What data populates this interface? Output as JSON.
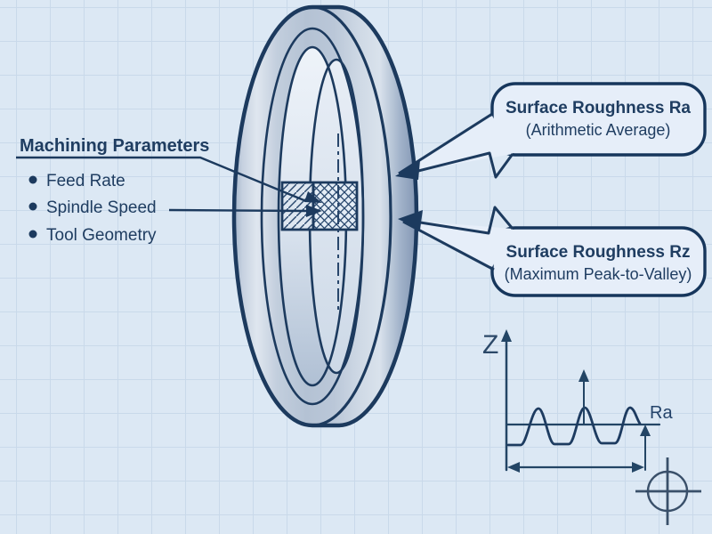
{
  "diagram": {
    "machining": {
      "title": "Machining Parameters",
      "items": [
        "Feed Rate",
        "Spindle Speed",
        "Tool Geometry"
      ]
    },
    "callouts": {
      "ra": {
        "title": "Surface Roughness Ra",
        "subtitle": "(Arithmetic Average)"
      },
      "rz": {
        "title": "Surface Roughness Rz",
        "subtitle": "(Maximum Peak-to-Valley)"
      }
    },
    "profile_plot": {
      "z_axis_label": "Z",
      "ra_label": "Ra"
    },
    "icons": {
      "crosshair": "crosshair-target"
    },
    "colors": {
      "ink": "#1c3a5e",
      "text": "#1f3d61",
      "background": "#dce8f4",
      "grid_line": "#c9d9ea",
      "bubble_fill": "#e6eef9",
      "metal_highlight": "#dfe6ef",
      "metal_shadow": "#8296b3"
    }
  }
}
